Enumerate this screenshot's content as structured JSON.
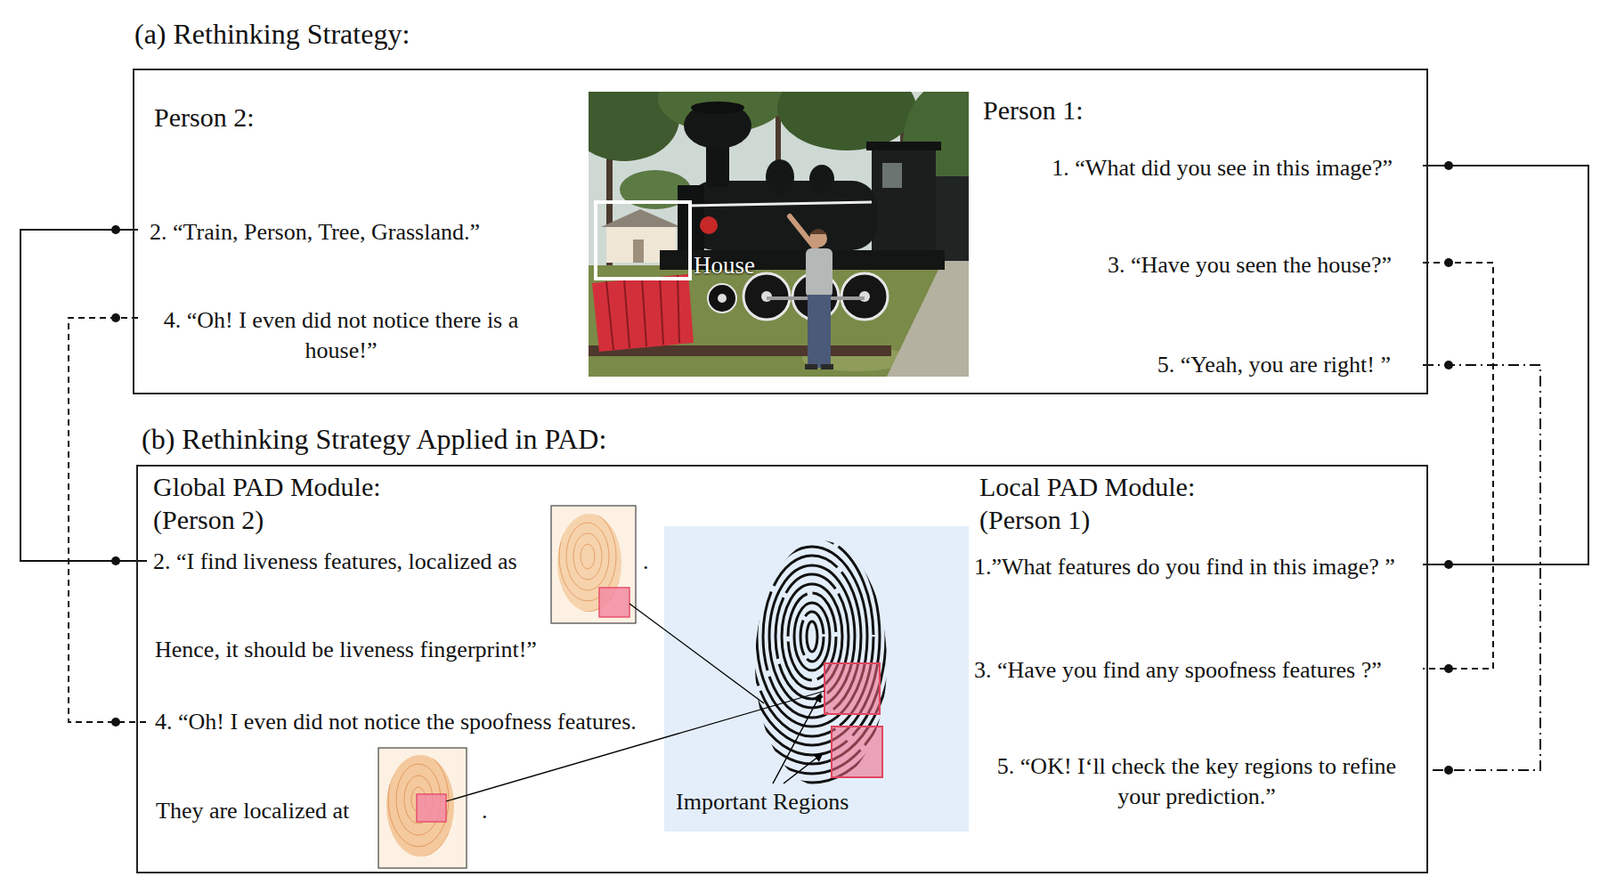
{
  "diagram": {
    "nodes": [
      {
        "text": [
          "(a) Rethinking Strategy:"
        ]
      },
      {
        "text": [
          "1. “What did you see in this image?”"
        ],
        "in": 0
      },
      {
        "text": [
          "2. “Train, Person, Tree, Grassland.”"
        ],
        "in": 0
      },
      {
        "text": [
          "3. “Have you seen the house?”"
        ],
        "in": 0
      },
      {
        "text": [
          "4. “Oh! I even did not notice there is a house!”"
        ],
        "in": 0
      },
      {
        "text": [
          "5. “Yeah, you are right! ”"
        ],
        "in": 0
      },
      {
        "text": [
          "(b) Rethinking Strategy Applied in PAD:"
        ]
      },
      {
        "text": [
          "1.”What features do you find in this image? ”"
        ],
        "in": 6
      },
      {
        "text": [
          "2. “I find liveness features, localized as",
          ".",
          "Hence, it should be liveness fingerprint!”"
        ],
        "in": 6
      },
      {
        "text": [
          "3. “Have you find any spoofness features ?”"
        ],
        "in": 6
      },
      {
        "text": [
          "4. “Oh! I even did not notice the spoofness features.",
          "They are localized at",
          "."
        ],
        "in": 6
      },
      {
        "text": [
          "5. “OK! I‘ll check the key regions to refine your prediction.”"
        ],
        "in": 6
      }
    ],
    "edges": [
      {
        "from": 1,
        "to": 7,
        "arrow": "none"
      },
      {
        "from": 2,
        "to": 8,
        "arrow": "none"
      },
      {
        "from": 3,
        "to": 9,
        "arrow": "none"
      },
      {
        "from": 4,
        "to": 10,
        "arrow": "none"
      },
      {
        "from": 5,
        "to": 11,
        "arrow": "none"
      }
    ],
    "labels": [
      "Person 2:",
      "Person 1:",
      "House",
      "Global PAD Module:",
      "(Person 2)",
      "Local PAD Module:",
      "(Person 1)",
      "Important Regions"
    ]
  }
}
